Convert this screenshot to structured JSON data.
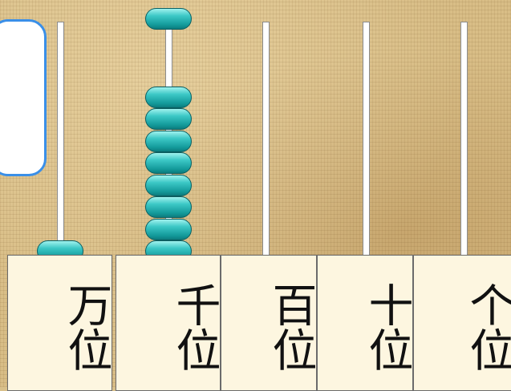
{
  "abacus": {
    "columns": [
      {
        "label": "万位",
        "beads": 1
      },
      {
        "label": "千位",
        "beads": 9
      },
      {
        "label": "百位",
        "beads": 0
      },
      {
        "label": "十位",
        "beads": 0
      },
      {
        "label": "个位",
        "beads": 0
      }
    ],
    "bead_color": "#1fb1b0",
    "rod_color": "#ffffff",
    "note_border_color": "#3a8fe8"
  }
}
